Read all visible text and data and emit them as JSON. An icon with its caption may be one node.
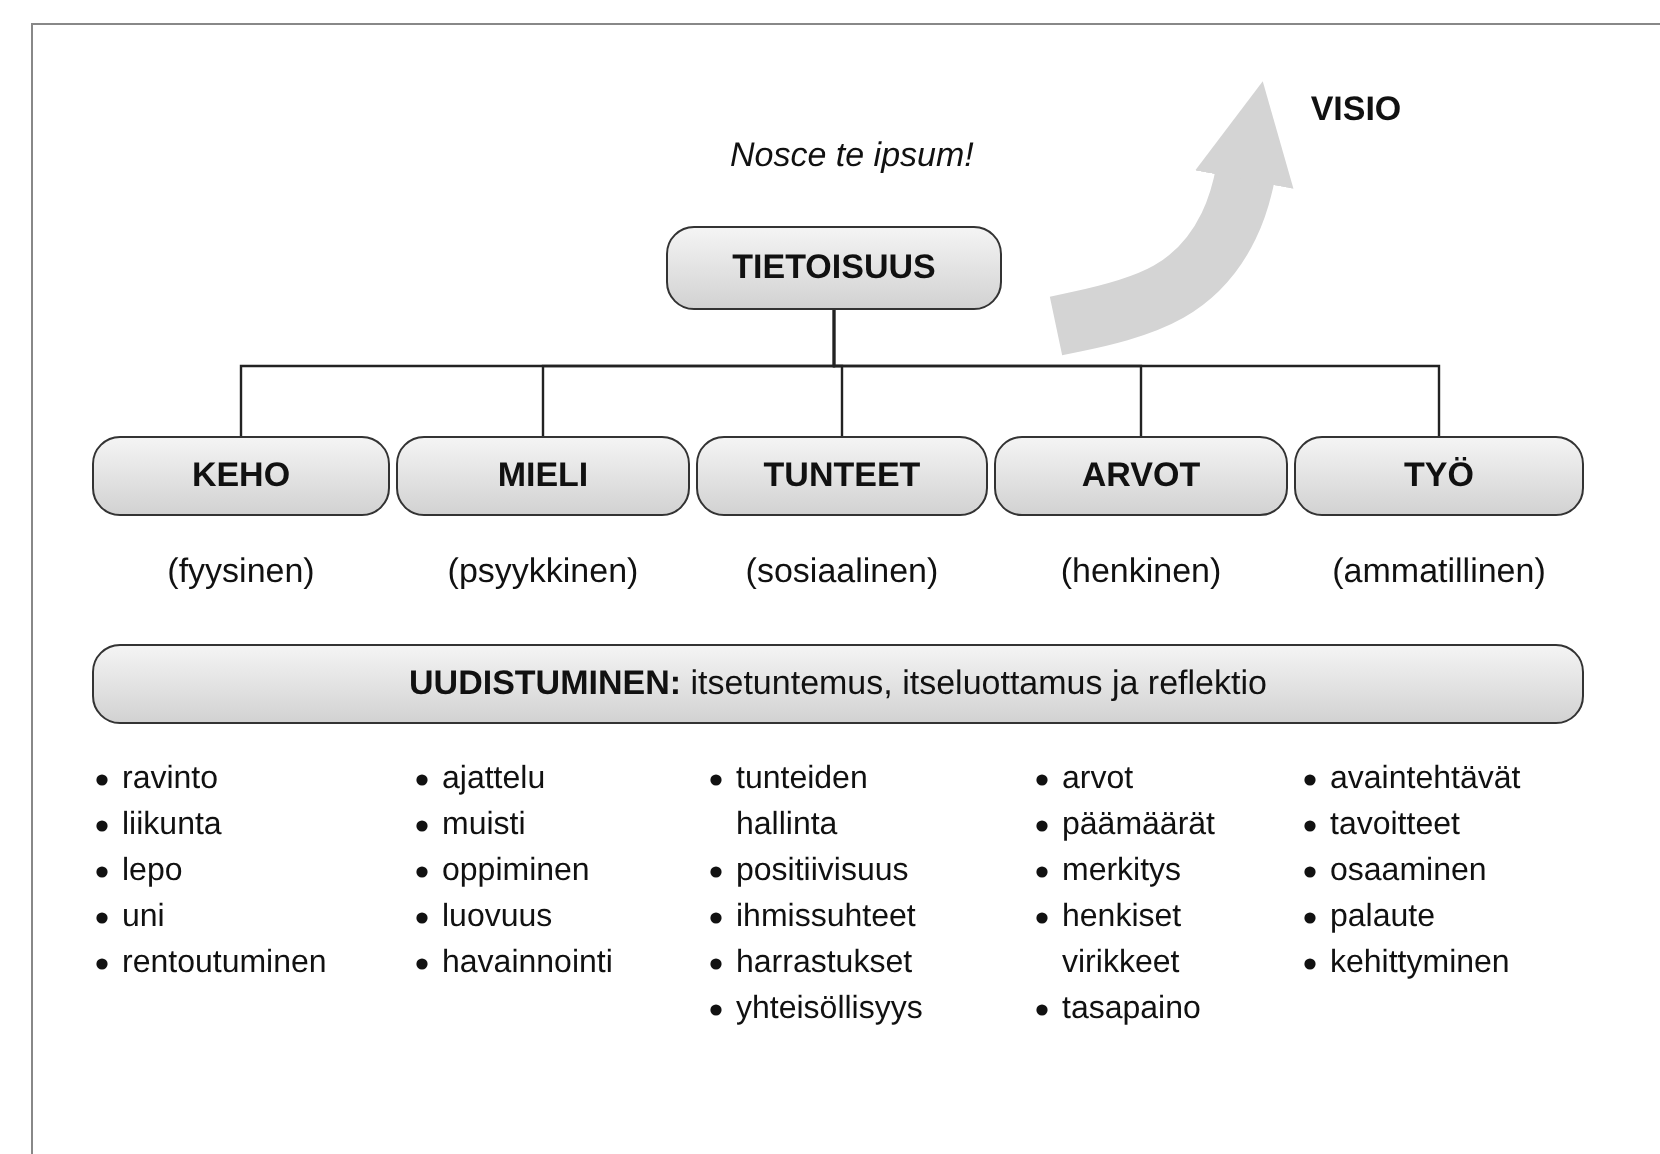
{
  "diagram": {
    "nodes": [
      {
        "text": [
          "TIETOISUUS"
        ]
      },
      {
        "text": [
          "KEHO"
        ],
        "beside": [
          "(fyysinen)"
        ]
      },
      {
        "text": [
          "MIELI"
        ],
        "beside": [
          "(psyykkinen)"
        ]
      },
      {
        "text": [
          "TUNTEET"
        ],
        "beside": [
          "(sosiaalinen)"
        ]
      },
      {
        "text": [
          "ARVOT"
        ],
        "beside": [
          "(henkinen)"
        ]
      },
      {
        "text": [
          "TYÖ"
        ],
        "beside": [
          "(ammatillinen)"
        ]
      },
      {
        "text": [
          "**UUDISTUMINEN:** itsetuntemus, itseluottamus ja reflektio"
        ]
      },
      {
        "text": [
          "VISIO"
        ]
      }
    ],
    "edges": [
      {
        "from": 0,
        "to": 1,
        "arrow": "none"
      },
      {
        "from": 0,
        "to": 2,
        "arrow": "none"
      },
      {
        "from": 0,
        "to": 3,
        "arrow": "none"
      },
      {
        "from": 0,
        "to": 4,
        "arrow": "none"
      },
      {
        "from": 0,
        "to": 5,
        "arrow": "none"
      },
      {
        "from": null,
        "to": 7,
        "arrow": "to",
        "style": "thick",
        "color": "#d4d4d4"
      }
    ],
    "labels": [
      "Nosce te ipsum!",
      "ravinto",
      "liikunta",
      "lepo",
      "uni",
      "rentoutuminen",
      "ajattelu",
      "muisti",
      "oppiminen",
      "luovuus",
      "havainnointi",
      "tunteiden hallinta",
      "positiivisuus",
      "ihmissuhteet",
      "harrastukset",
      "yhteisöllisyys",
      "arvot",
      "päämäärät",
      "merkitys",
      "henkiset virikkeet",
      "tasapaino",
      "avaintehtävät",
      "tavoitteet",
      "osaaminen",
      "palaute",
      "kehittyminen"
    ]
  }
}
